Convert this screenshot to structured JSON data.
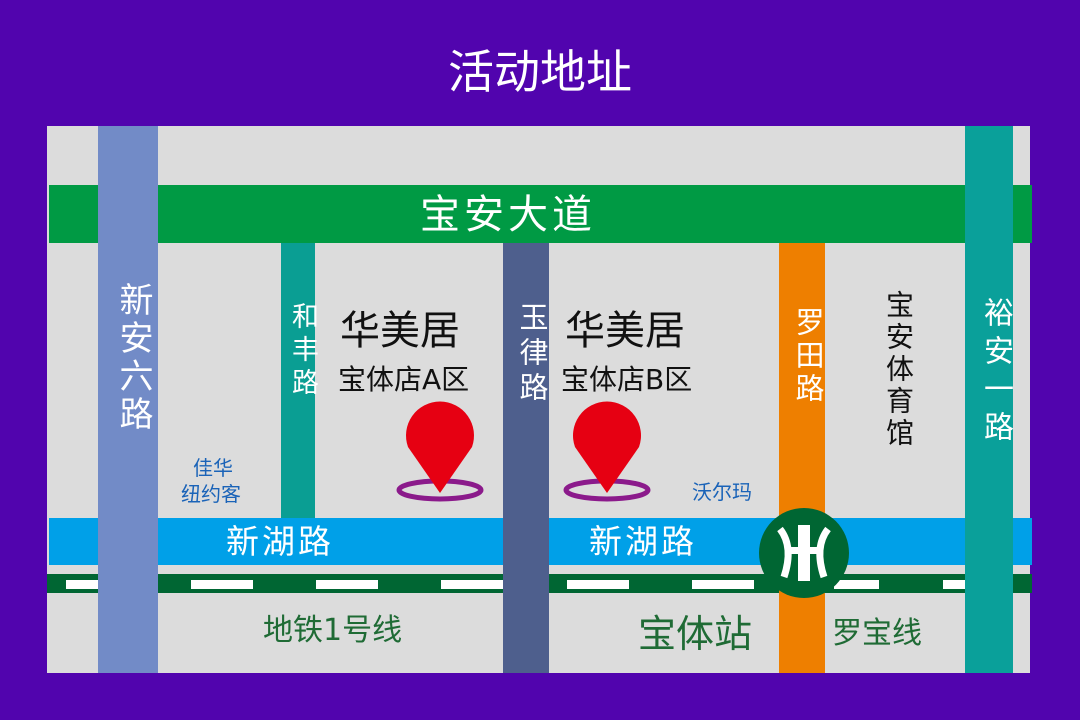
{
  "title": "活动地址",
  "roads": {
    "baoan_avenue": "宝安大道",
    "xinan6": "新安六路",
    "hefeng": "和丰路",
    "yulv": "玉律路",
    "luotian": "罗田路",
    "yuan1": "裕安一路",
    "xinhu_left": "新湖路",
    "xinhu_right": "新湖路"
  },
  "stores": [
    {
      "name": "华美居",
      "branch": "宝体店A区"
    },
    {
      "name": "华美居",
      "branch": "宝体店B区"
    }
  ],
  "landmarks": {
    "jiahua": "佳华",
    "newyork": "纽约客",
    "walmart": "沃尔玛",
    "stadium": "宝安体育馆"
  },
  "metro": {
    "line1": "地铁1号线",
    "station": "宝体站",
    "luobao": "罗宝线"
  },
  "colors": {
    "background": "#5104ae",
    "map": "#dcdcdc",
    "baoan_avenue": "#009a44",
    "xinan6": "#728bc7",
    "hefeng": "#0a9e93",
    "yulv": "#4e5f8d",
    "luotian": "#ee7f00",
    "yuan1": "#0aa09a",
    "xinhu": "#00a0e8",
    "metro": "#006633",
    "pin": "#e60012",
    "pin_ring": "#8b1a8b"
  }
}
